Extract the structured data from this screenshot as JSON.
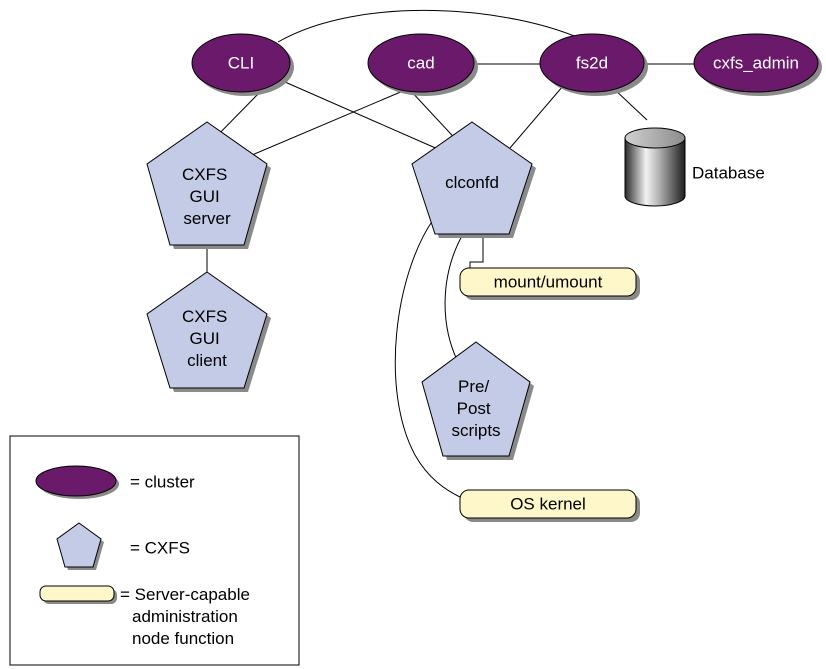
{
  "colors": {
    "cluster_fill": "#6b1a6b",
    "cxfs_fill": "#c4cbe6",
    "function_fill": "#fdf7c9",
    "shadow": "#8a8a8a",
    "line": "#000000"
  },
  "nodes": {
    "cli": "CLI",
    "cad": "cad",
    "fs2d": "fs2d",
    "cxfs_admin": "cxfs_admin",
    "database": "Database",
    "gui_server": [
      "CXFS",
      "GUI",
      "server"
    ],
    "clconfd": "clconfd",
    "gui_client": [
      "CXFS",
      "GUI",
      "client"
    ],
    "mount_umount": "mount/umount",
    "pre_post": [
      "Pre/",
      "Post",
      "scripts"
    ],
    "os_kernel": "OS kernel"
  },
  "legend": {
    "cluster": "= cluster",
    "cxfs": "= CXFS",
    "function": [
      "= Server-capable",
      "administration",
      "node function"
    ]
  }
}
